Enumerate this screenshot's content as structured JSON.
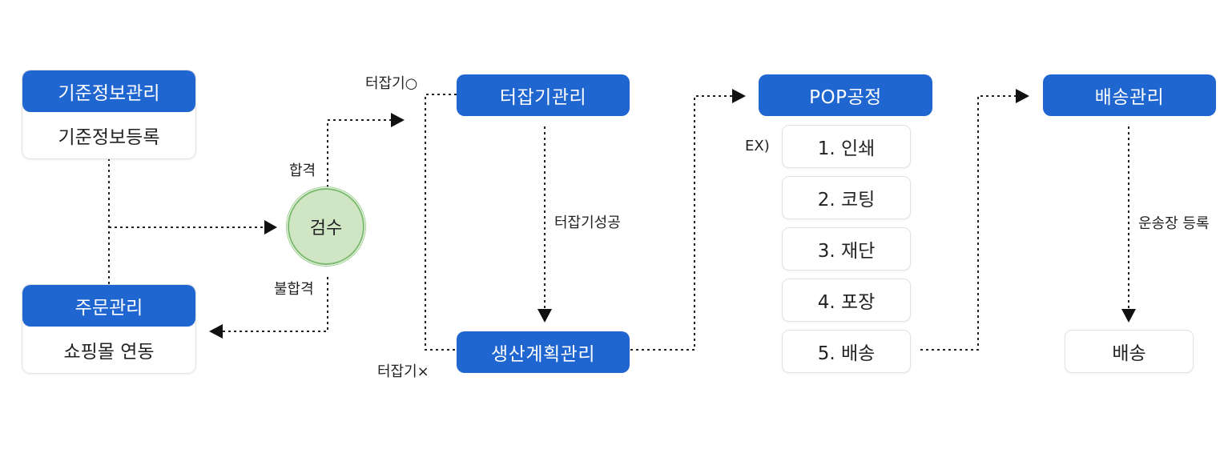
{
  "master": {
    "title": "기준정보관리",
    "item": "기준정보등록"
  },
  "order": {
    "title": "주문관리",
    "item": "쇼핑몰 연동"
  },
  "inspection": {
    "label": "검수",
    "pass": "합격",
    "fail": "불합격"
  },
  "punch": {
    "title": "터잡기관리",
    "yes_label": "터잡기○",
    "no_label": "터잡기×",
    "success_label": "터잡기성공"
  },
  "production": {
    "title": "생산계획관리"
  },
  "pop": {
    "title": "POP공정",
    "example_label": "EX)",
    "steps": [
      "1. 인쇄",
      "2. 코팅",
      "3. 재단",
      "4. 포장",
      "5. 배송"
    ]
  },
  "delivery": {
    "title": "배송관리",
    "waybill_label": "운송장 등록",
    "item": "배송"
  },
  "colors": {
    "primary": "#1f66d1",
    "inspection_fill": "#cfe5c4",
    "inspection_ring": "#7dbb70",
    "connector": "#222222"
  }
}
